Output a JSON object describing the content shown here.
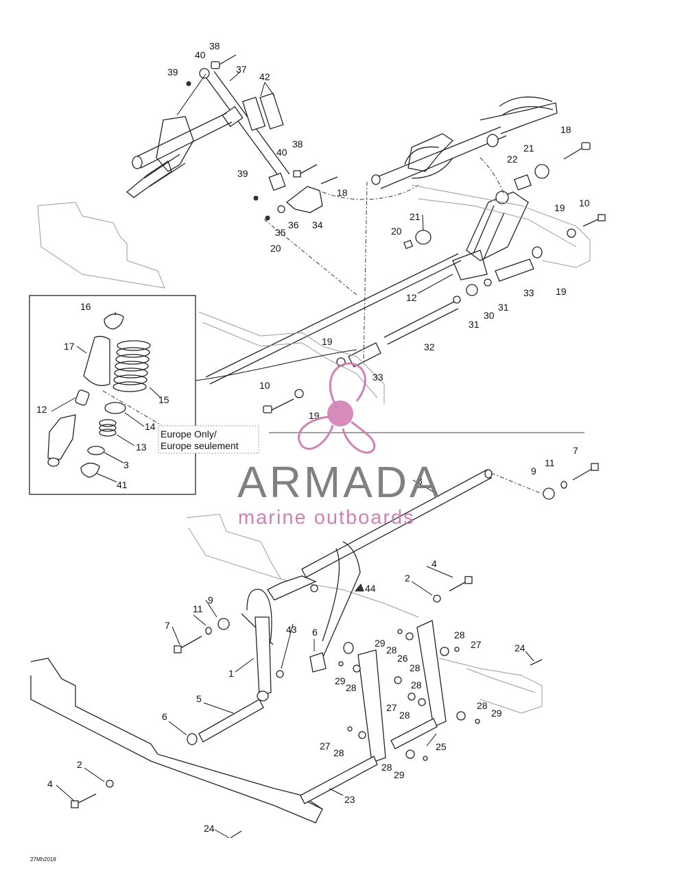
{
  "callouts": {
    "c1": "1",
    "c2a": "2",
    "c2b": "2",
    "c3": "3",
    "c4a": "4",
    "c4b": "4",
    "c5": "5",
    "c6a": "6",
    "c6b": "6",
    "c7a": "7",
    "c7b": "7",
    "c8": "8",
    "c9a": "9",
    "c9b": "9",
    "c10a": "10",
    "c10b": "10",
    "c11a": "11",
    "c11b": "11",
    "c12a": "12",
    "c12b": "12",
    "c13": "13",
    "c14": "14",
    "c15": "15",
    "c16": "16",
    "c17": "17",
    "c18a": "18",
    "c18b": "18",
    "c19a": "19",
    "c19b": "19",
    "c19c": "19",
    "c20a": "20",
    "c20b": "20",
    "c21a": "21",
    "c21b": "21",
    "c22": "22",
    "c23": "23",
    "c24a": "24",
    "c24b": "24",
    "c25": "25",
    "c26": "26",
    "c27a": "27",
    "c27b": "27",
    "c27c": "27",
    "c28a": "28",
    "c28b": "28",
    "c28c": "28",
    "c28d": "28",
    "c28e": "28",
    "c28f": "28",
    "c28g": "28",
    "c28h": "28",
    "c29a": "29",
    "c29b": "29",
    "c29c": "29",
    "c29d": "29",
    "c30": "30",
    "c31a": "31",
    "c31b": "31",
    "c32": "32",
    "c33a": "33",
    "c33b": "33",
    "c34": "34",
    "c35": "35",
    "c36": "36",
    "c37": "37",
    "c38a": "38",
    "c38b": "38",
    "c39a": "39",
    "c39b": "39",
    "c40a": "40",
    "c40b": "40",
    "c41": "41",
    "c42": "42",
    "c43": "43",
    "c44": "44"
  },
  "note": {
    "line1": "Europe Only/",
    "line2": "Europe seulement"
  },
  "watermark": {
    "brand": "ARMADA",
    "tagline": "marine outboards",
    "color_text": "#7a7a7a",
    "color_accent": "#d07ab0"
  },
  "figure_code": "27Mh2018"
}
